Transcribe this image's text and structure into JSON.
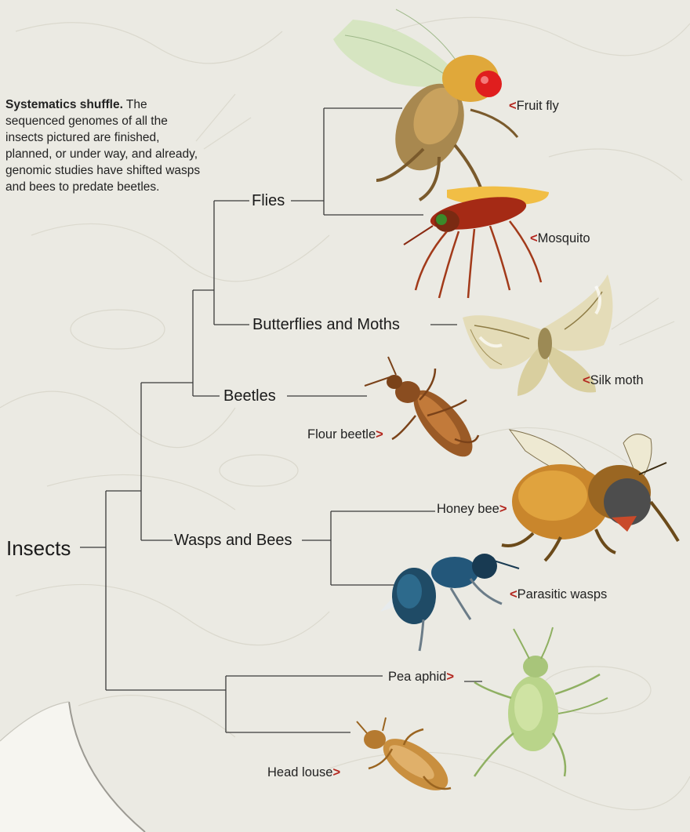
{
  "caption": {
    "title": "Systematics shuffle.",
    "body": " The sequenced genomes of all the insects pictured are finished, planned, or under way, and already, genomic studies have shifted wasps and bees to predate beetles."
  },
  "tree": {
    "root": "Insects",
    "clades": {
      "flies": "Flies",
      "butterflies_moths": "Butterflies and Moths",
      "beetles": "Beetles",
      "wasps_bees": "Wasps and Bees"
    },
    "species": {
      "fruit_fly": "Fruit fly",
      "mosquito": "Mosquito",
      "silk_moth": "Silk moth",
      "flour_beetle": "Flour beetle",
      "honey_bee": "Honey bee",
      "parasitic_wasps": "Parasitic wasps",
      "pea_aphid": "Pea aphid",
      "head_louse": "Head louse"
    }
  },
  "colors": {
    "background": "#ebeae3",
    "line": "#3a3a3a",
    "marker": "#b3261e"
  }
}
